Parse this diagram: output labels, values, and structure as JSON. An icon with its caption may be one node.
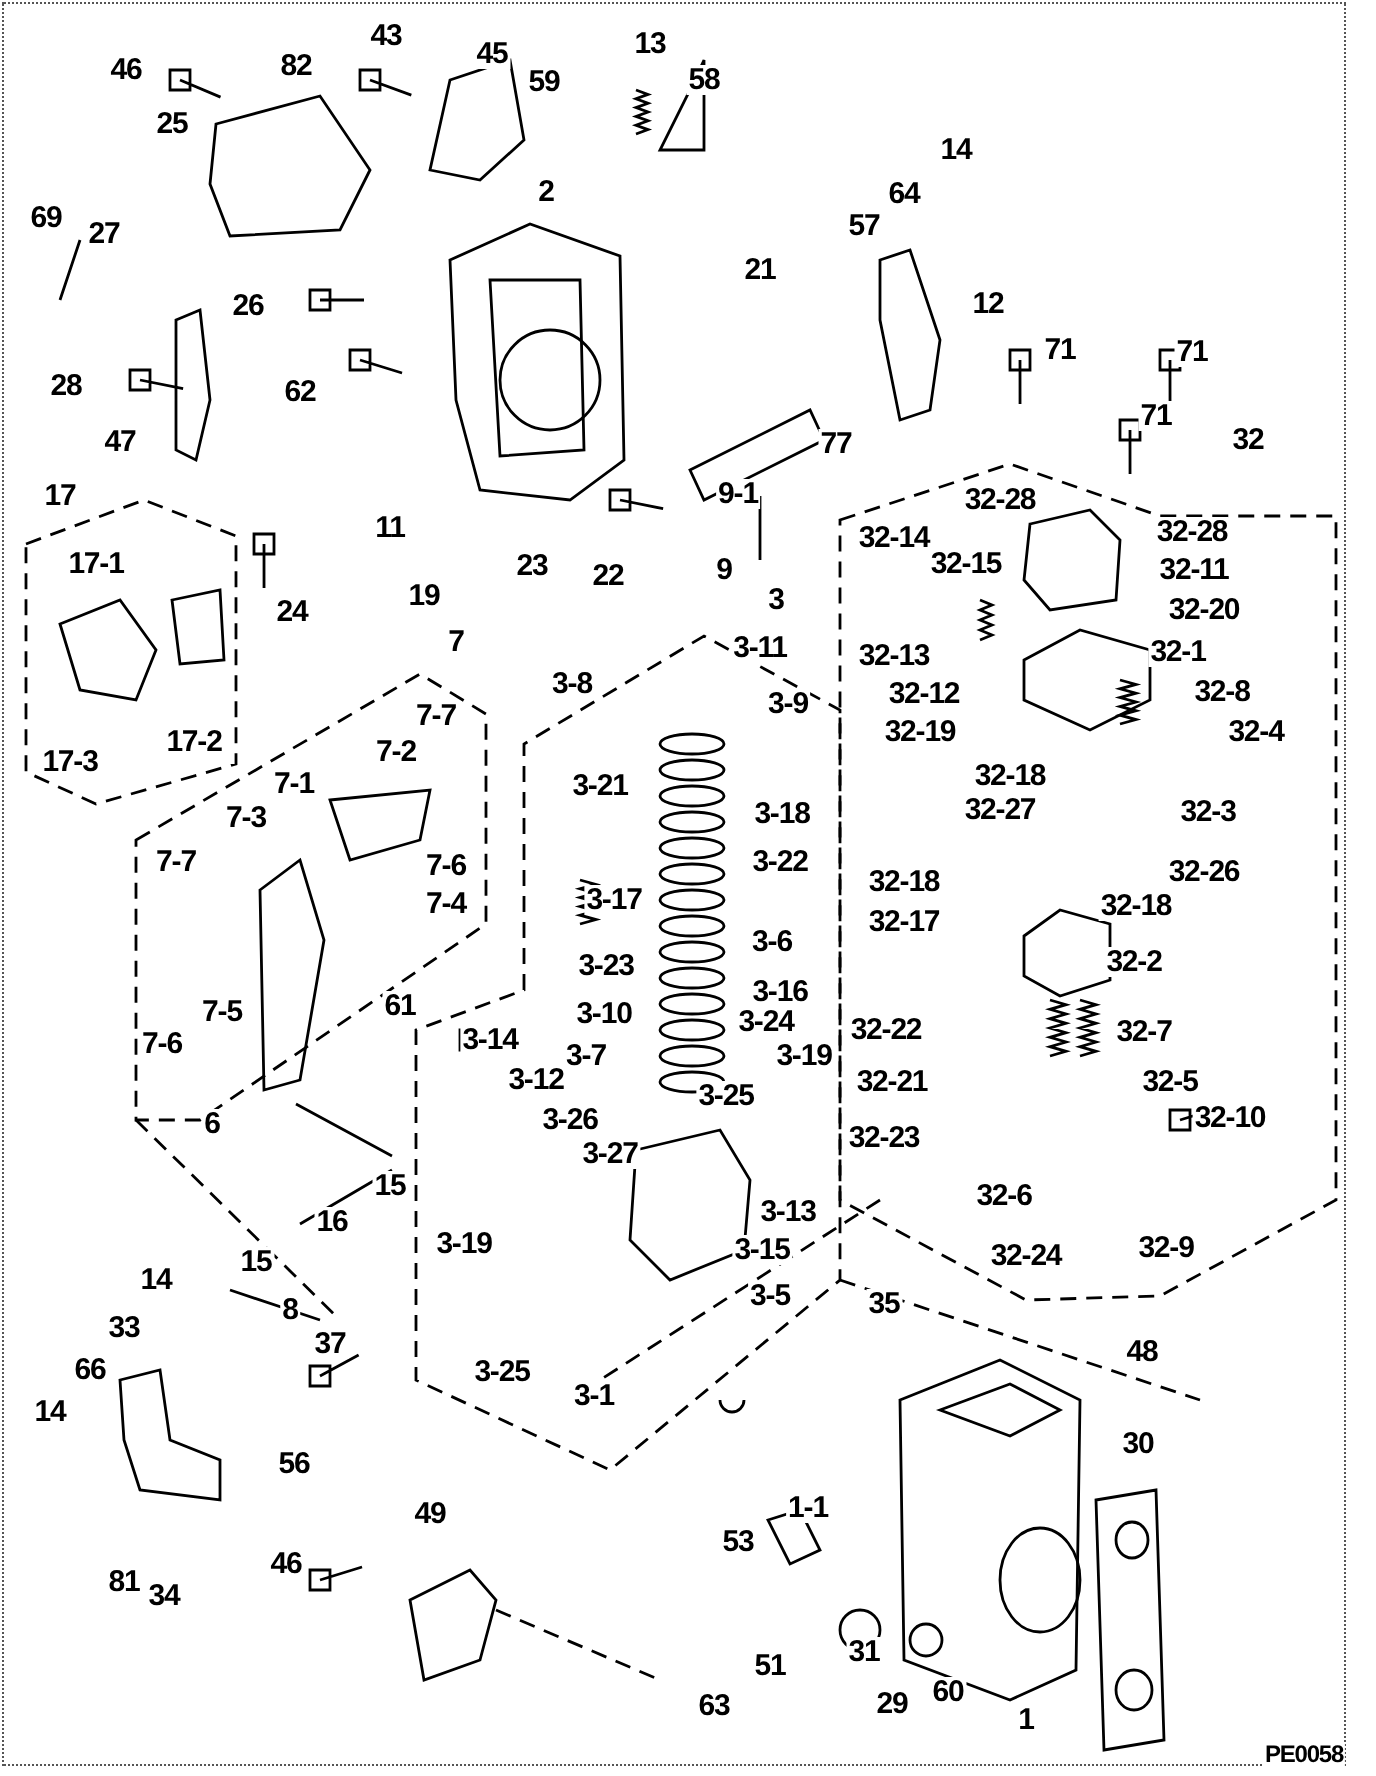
{
  "diagram": {
    "labels": [
      "46",
      "25",
      "82",
      "43",
      "45",
      "59",
      "13",
      "58",
      "27",
      "2",
      "69",
      "14",
      "64",
      "57",
      "21",
      "12",
      "26",
      "71",
      "71",
      "28",
      "62",
      "71",
      "47",
      "77",
      "32",
      "17",
      "9-1",
      "32-28",
      "32-28",
      "11",
      "17-1",
      "24",
      "23",
      "22",
      "9",
      "19",
      "32-14",
      "32-15",
      "32-11",
      "32-20",
      "7",
      "3",
      "32-13",
      "32-1",
      "32-12",
      "3-11",
      "32-8",
      "3-8",
      "3-9",
      "32-19",
      "32-4",
      "17-3",
      "17-2",
      "7-7",
      "3-21",
      "3-18",
      "32-18",
      "32-3",
      "7-2",
      "7-1",
      "32-27",
      "7-3",
      "3-22",
      "32-26",
      "7-7",
      "7-6",
      "3-17",
      "32-18",
      "32-18",
      "7-4",
      "32-17",
      "3-23",
      "3-6",
      "32-2",
      "7-5",
      "61",
      "7-6",
      "3-10",
      "3-16",
      "3-24",
      "32-22",
      "32-7",
      "3-7",
      "3-19",
      "3-14",
      "3-12",
      "3-26",
      "6",
      "32-21",
      "32-5",
      "3-25",
      "32-10",
      "32-23",
      "3-27",
      "3-13",
      "15",
      "16",
      "15",
      "32-6",
      "32-24",
      "32-9",
      "3-19",
      "3-15",
      "3-5",
      "14",
      "8",
      "33",
      "35",
      "48",
      "37",
      "66",
      "3-25",
      "3-1",
      "56",
      "30",
      "14",
      "49",
      "1-1",
      "53",
      "81",
      "34",
      "46",
      "51",
      "31",
      "29",
      "60",
      "63",
      "1",
      "PE0058"
    ]
  }
}
